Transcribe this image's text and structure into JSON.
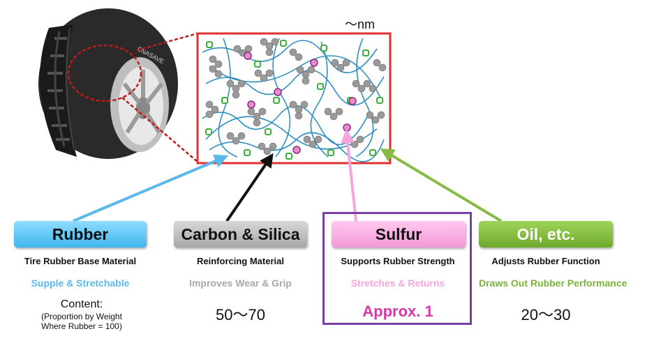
{
  "scale_label": "～nm",
  "tire_brand": "ENASAVE",
  "content_label": {
    "line1": "Content:",
    "line2": "(Proportion by Weight",
    "line3": "Where Rubber = 100)"
  },
  "components": [
    {
      "name": "Rubber",
      "role": "Tire Rubber Base Material",
      "trait": "Supple & Stretchable",
      "amount": "",
      "color": "#3fb6ee"
    },
    {
      "name": "Carbon & Silica",
      "role": "Reinforcing Material",
      "trait": "Improves Wear & Grip",
      "amount": "50～70",
      "color": "#a8a8a8"
    },
    {
      "name": "Sulfur",
      "role": "Supports Rubber Strength",
      "trait": "Stretches & Returns",
      "amount": "Approx. 1",
      "color": "#f39ad9"
    },
    {
      "name": "Oil, etc.",
      "role": "Adjusts Rubber Function",
      "trait": "Draws Out Rubber Performance",
      "amount": "20～30",
      "color": "#7ab33a"
    }
  ],
  "colors": {
    "frame_red": "#e03030",
    "chain_blue": "#2f8fc0",
    "sulfur_frame": "#7a3fa6",
    "amount_highlight": "#d63aa8"
  },
  "icons": [
    "tire-image",
    "molecular-structure"
  ]
}
